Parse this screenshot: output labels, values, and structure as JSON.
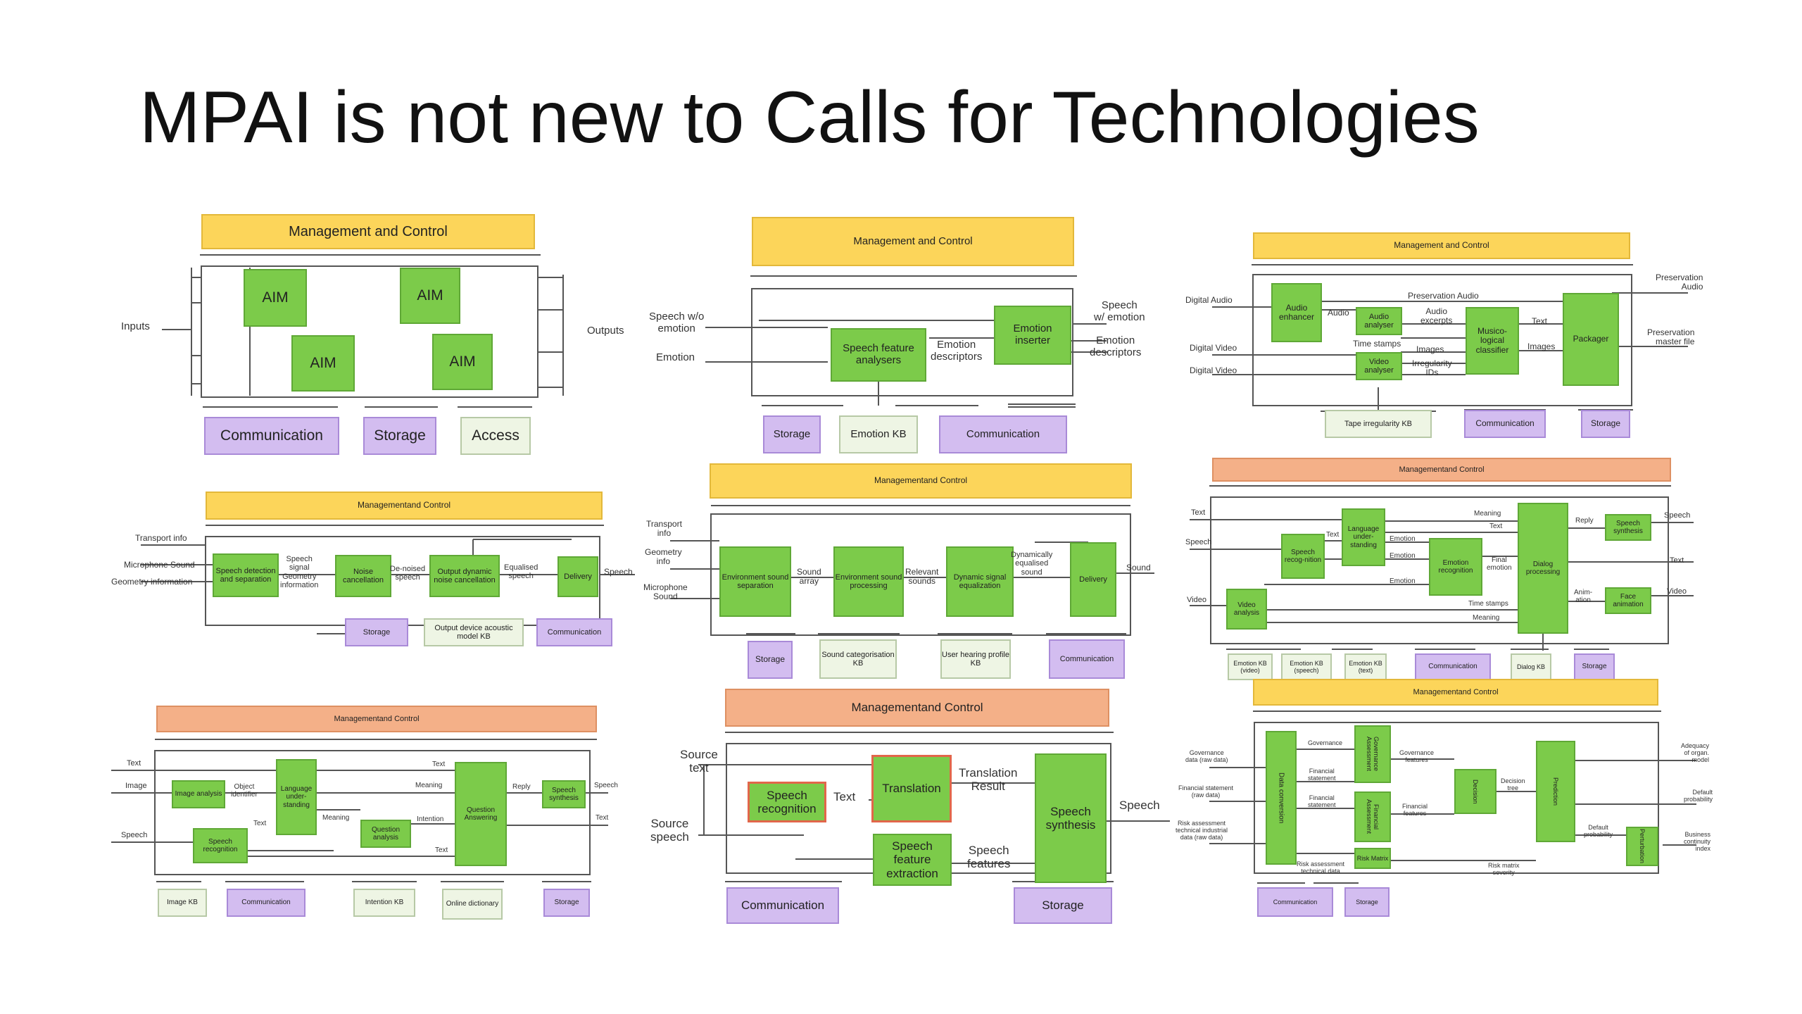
{
  "slide": {
    "title": "MPAI is not new to Calls for Technologies"
  },
  "common": {
    "mc": "Management and Control",
    "mc_tight": "Managementand Control",
    "communication": "Communication",
    "storage": "Storage"
  },
  "p1": {
    "aim": "AIM",
    "inputs": "Inputs",
    "outputs": "Outputs",
    "access": "Access"
  },
  "p2": {
    "speech_wo_emotion": "Speech w/o\nemotion",
    "emotion": "Emotion",
    "speech_feature_analysers": "Speech feature analysers",
    "emotion_descriptors_mid": "Emotion\ndescriptors",
    "emotion_inserter": "Emotion inserter",
    "speech_w_emotion": "Speech\nw/ emotion",
    "emotion_descriptors_out": "Emotion\ndescriptors",
    "emotion_kb": "Emotion KB"
  },
  "p3": {
    "digital_audio": "Digital Audio",
    "digital_video_1": "Digital Video",
    "digital_video_2": "Digital Video",
    "audio_enhancer": "Audio enhancer",
    "audio": "Audio",
    "preservation_audio": "Preservation Audio",
    "audio_analyser": "Audio analyser",
    "audio_excerpts": "Audio\nexcerpts",
    "time_stamps": "Time stamps",
    "video_analyser": "Video analyser",
    "images": "Images",
    "irregularity_ids": "Irregularity\nIDs",
    "musicological_classifier": "Musico-logical classifier",
    "text": "Text",
    "images_out": "Images",
    "packager": "Packager",
    "preservation_audio_out": "Preservation\nAudio",
    "preservation_master_file": "Preservation\nmaster file",
    "tape_irregularity_kb": "Tape irregularity KB"
  },
  "p4": {
    "transport_info": "Transport info",
    "microphone_sound": "Microphone Sound",
    "geometry_information": "Geometry information",
    "speech_detection": "Speech detection and separation",
    "speech_signal_geometry": "Speech\nsignal\nGeometry\ninformation",
    "noise_cancellation": "Noise cancellation",
    "denoised_speech": "De-noised\nspeech",
    "output_dynamic_noise": "Output dynamic noise cancellation",
    "equalised_speech": "Equalised\nspeech",
    "delivery": "Delivery",
    "speech": "Speech",
    "output_device_kb": "Output device acoustic model KB"
  },
  "p5": {
    "transport_info": "Transport\ninfo",
    "geometry_info": "Geometry\ninfo",
    "microphone_sound": "Microphone\nSound",
    "env_sound_separation": "Environment sound separation",
    "sound_array": "Sound\narray",
    "env_sound_processing": "Environment sound processing",
    "relevant_sounds": "Relevant\nsounds",
    "dynamic_signal_eq": "Dynamic signal equalization",
    "dynamically_equalised": "Dynamically\nequalised\nsound",
    "delivery": "Delivery",
    "sound": "Sound",
    "sound_categorisation_kb": "Sound categorisation KB",
    "user_hearing_kb": "User hearing profile KB"
  },
  "p6": {
    "text_in": "Text",
    "speech_in": "Speech",
    "video_in": "Video",
    "speech_recognition": "Speech recog-nition",
    "text_mid": "Text",
    "language_understanding": "Language under-standing",
    "meaning_1": "Meaning",
    "text_2": "Text",
    "emotion_1": "Emotion",
    "emotion_2": "Emotion",
    "emotion_3": "Emotion",
    "emotion_recognition": "Emotion recognition",
    "final_emotion": "Final\nemotion",
    "video_analysis": "Video analysis",
    "time_stamps": "Time stamps",
    "meaning_2": "Meaning",
    "dialog_processing": "Dialog processing",
    "reply": "Reply",
    "animation": "Anim-\nation",
    "speech_synthesis": "Speech synthesis",
    "face_animation": "Face animation",
    "speech_out": "Speech",
    "text_out": "Text",
    "video_out": "Video",
    "emotion_kb_video": "Emotion KB (video)",
    "emotion_kb_speech": "Emotion KB (speech)",
    "emotion_kb_text": "Emotion KB (text)",
    "dialog_kb": "Dialog KB"
  },
  "p7": {
    "text_in": "Text",
    "image_in": "Image",
    "speech_in": "Speech",
    "image_analysis": "Image analysis",
    "object_identifier": "Object\nidentifier",
    "speech_recognition": "Speech recognition",
    "language_understanding": "Language under-standing",
    "text_1": "Text",
    "text_2": "Text",
    "meaning_1": "Meaning",
    "meaning_2": "Meaning",
    "question_analysis": "Question analysis",
    "intention": "Intention",
    "text_3": "Text",
    "question_answering": "Question Answering",
    "reply": "Reply",
    "speech_synthesis": "Speech synthesis",
    "speech_out": "Speech",
    "text_out": "Text",
    "image_kb": "Image KB",
    "intention_kb": "Intention KB",
    "online_dictionary": "Online dictionary"
  },
  "p8": {
    "source_text": "Source\ntext",
    "source_speech": "Source\nspeech",
    "speech_recognition": "Speech recognition",
    "text": "Text",
    "translation": "Translation",
    "translation_result": "Translation\nResult",
    "speech_feature_extraction": "Speech feature extraction",
    "speech_features": "Speech\nfeatures",
    "speech_synthesis": "Speech synthesis",
    "speech_out": "Speech"
  },
  "p9": {
    "governance_data": "Governance\ndata (raw data)",
    "financial_statement": "Financial statement\n(raw data)",
    "risk_assessment": "Risk assessment\ntechnical industrial\ndata (raw data)",
    "data_conversion": "Data conversion",
    "governance": "Governance",
    "financial_statement_mid": "Financial\nstatement",
    "financial_statement_mid2": "Financial\nstatement",
    "risk_technical": "Risk assessment\ntechnical data",
    "governance_assessment": "Governance Assessment",
    "financial_assessment": "Financial Assessment",
    "risk_matrix": "Risk Matrix",
    "governance_features": "Governance\nfeatures",
    "financial_features": "Financial\nfeatures",
    "decision": "Decision",
    "decision_tree": "Decision\ntree",
    "risk_matrix_severity": "Risk matrix\nseverity",
    "prediction": "Prediction",
    "default_probability": "Default\nprobability",
    "perturbation": "Perturbation",
    "adequacy": "Adequacy\nof organ.\nmodel",
    "default_probability_out": "Default\nprobability",
    "business_continuity": "Business\ncontinuity\nindex"
  }
}
